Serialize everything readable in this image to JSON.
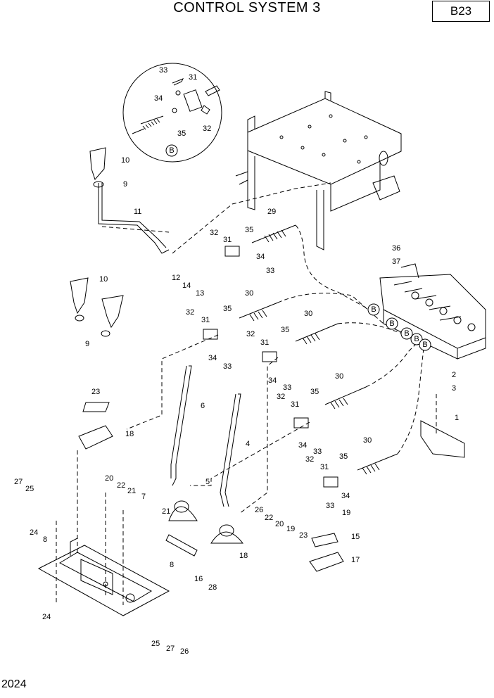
{
  "title": "CONTROL SYSTEM 3",
  "page_code": "B23",
  "page_number": "2024",
  "detail_marker": "B",
  "detail_labels": [
    "33",
    "31",
    "34",
    "35",
    "32"
  ],
  "part_labels": [
    "10",
    "9",
    "11",
    "29",
    "32",
    "31",
    "35",
    "34",
    "33",
    "36",
    "37",
    "12",
    "14",
    "13",
    "10",
    "9",
    "30",
    "32",
    "31",
    "35",
    "34",
    "33",
    "30",
    "35",
    "32",
    "31",
    "34",
    "33",
    "23",
    "6",
    "18",
    "4",
    "30",
    "35",
    "32",
    "31",
    "34",
    "33",
    "2",
    "3",
    "1",
    "30",
    "35",
    "32",
    "31",
    "34",
    "33",
    "19",
    "20",
    "22",
    "21",
    "7",
    "5",
    "26",
    "27",
    "25",
    "24",
    "8",
    "21",
    "22",
    "20",
    "19",
    "23",
    "15",
    "8",
    "18",
    "17",
    "16",
    "28",
    "24",
    "25",
    "27",
    "26"
  ],
  "callout_markers": [
    "B",
    "B",
    "B",
    "B",
    "B"
  ]
}
